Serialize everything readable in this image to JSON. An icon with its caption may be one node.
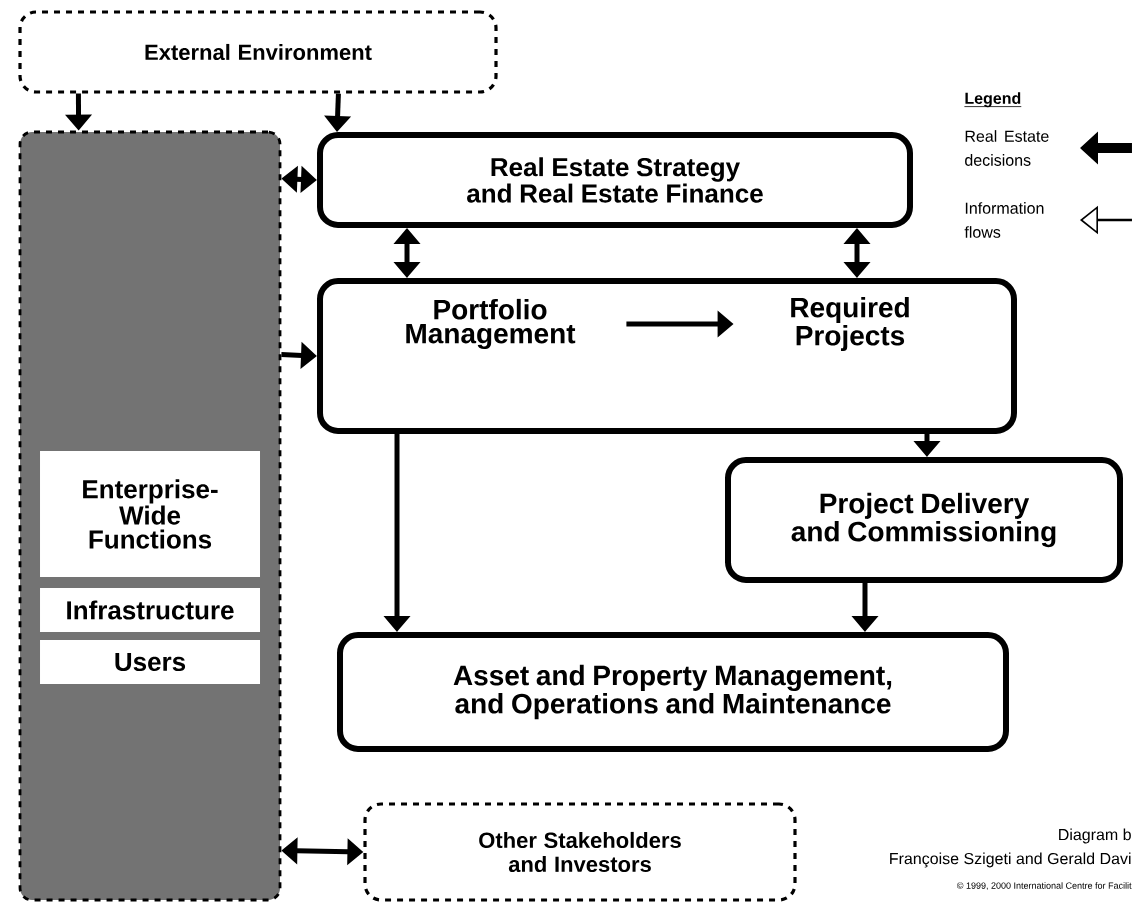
{
  "diagram": {
    "nodes": [
      {
        "text": [
          "External Environment"
        ]
      },
      {
        "text": [],
        "shape": "box"
      },
      {
        "text": [
          "Enterprise-Wide Functions"
        ],
        "in": 1
      },
      {
        "text": [
          "Infrastructure"
        ],
        "in": 1
      },
      {
        "text": [
          "Users"
        ],
        "in": 1
      },
      {
        "text": [
          "Real Estate Strategy and Real Estate Finance"
        ]
      },
      {
        "text": [],
        "shape": "box"
      },
      {
        "text": [
          "Portfolio Management"
        ],
        "in": 6
      },
      {
        "text": [
          "Required Projects"
        ],
        "in": 6
      },
      {
        "text": [
          "Project Delivery and Commissioning"
        ]
      },
      {
        "text": [
          "Asset and Property Management, and Operations and Maintenance"
        ]
      },
      {
        "text": [
          "Other Stakeholders and Investors"
        ]
      }
    ],
    "edges": [
      {
        "from": 0,
        "to": 1,
        "arrow": "to"
      },
      {
        "from": 0,
        "to": 5,
        "arrow": "to"
      },
      {
        "from": 1,
        "to": 5,
        "arrow": "both"
      },
      {
        "from": 5,
        "to": 6,
        "arrow": "both"
      },
      {
        "from": 5,
        "to": 6,
        "arrow": "both"
      },
      {
        "from": 1,
        "to": 6,
        "arrow": "to"
      },
      {
        "from": 7,
        "to": 8,
        "arrow": "to"
      },
      {
        "from": 6,
        "to": 10,
        "arrow": "to"
      },
      {
        "from": 6,
        "to": 9,
        "arrow": "to"
      },
      {
        "from": 9,
        "to": 10,
        "arrow": "to"
      },
      {
        "from": 1,
        "to": 11,
        "arrow": "both"
      }
    ],
    "labels": [
      "Legend",
      "Diagram b",
      "Françoise Szigeti and Gerald Davi",
      "© 1999, 2000 International Centre for Facilit"
    ],
    "legend": [
      {
        "text": "Real Estate decisions"
      },
      {
        "text": "Information flows"
      }
    ]
  }
}
